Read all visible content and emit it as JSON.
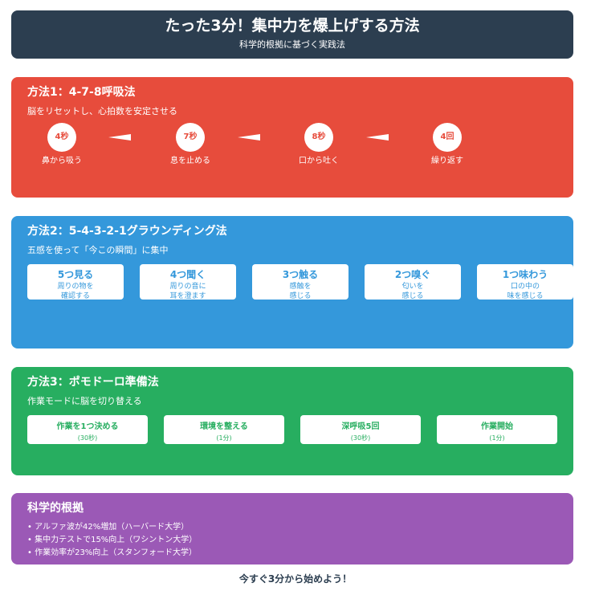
{
  "header": {
    "title": "たった3分！集中力を爆上げする方法",
    "subtitle": "科学的根拠に基づく実践法"
  },
  "method1": {
    "title": "方法1：4-7-8呼吸法",
    "desc": "脳をリセットし、心拍数を安定させる",
    "steps": [
      {
        "value": "4秒",
        "label": "鼻から吸う"
      },
      {
        "value": "7秒",
        "label": "息を止める"
      },
      {
        "value": "8秒",
        "label": "口から吐く"
      },
      {
        "value": "4回",
        "label": "繰り返す"
      }
    ]
  },
  "method2": {
    "title": "方法2：5-4-3-2-1グラウンディング法",
    "desc": "五感を使って「今この瞬間」に集中",
    "senses": [
      {
        "title": "5つ見る",
        "line1": "周りの物を",
        "line2": "確認する"
      },
      {
        "title": "4つ聞く",
        "line1": "周りの音に",
        "line2": "耳を澄ます"
      },
      {
        "title": "3つ触る",
        "line1": "感触を",
        "line2": "感じる"
      },
      {
        "title": "2つ嗅ぐ",
        "line1": "匂いを",
        "line2": "感じる"
      },
      {
        "title": "1つ味わう",
        "line1": "口の中の",
        "line2": "味を感じる"
      }
    ]
  },
  "method3": {
    "title": "方法3：ポモドーロ準備法",
    "desc": "作業モードに脳を切り替える",
    "steps": [
      {
        "title": "作業を1つ決める",
        "time": "(30秒)"
      },
      {
        "title": "環境を整える",
        "time": "(1分)"
      },
      {
        "title": "深呼吸5回",
        "time": "(30秒)"
      },
      {
        "title": "作業開始",
        "time": "(1分)"
      }
    ]
  },
  "science": {
    "title": "科学的根拠",
    "items": [
      "• アルファ波が42%増加（ハーバード大学）",
      "• 集中力テストで15%向上（ワシントン大学）",
      "• 作業効率が23%向上（スタンフォード大学）"
    ]
  },
  "footer": {
    "text": "今すぐ3分から始めよう！"
  },
  "colors": {
    "header": "#2c3e50",
    "method1": "#e74c3c",
    "method2": "#3498db",
    "method3": "#27ae60",
    "science": "#9b59b6"
  }
}
